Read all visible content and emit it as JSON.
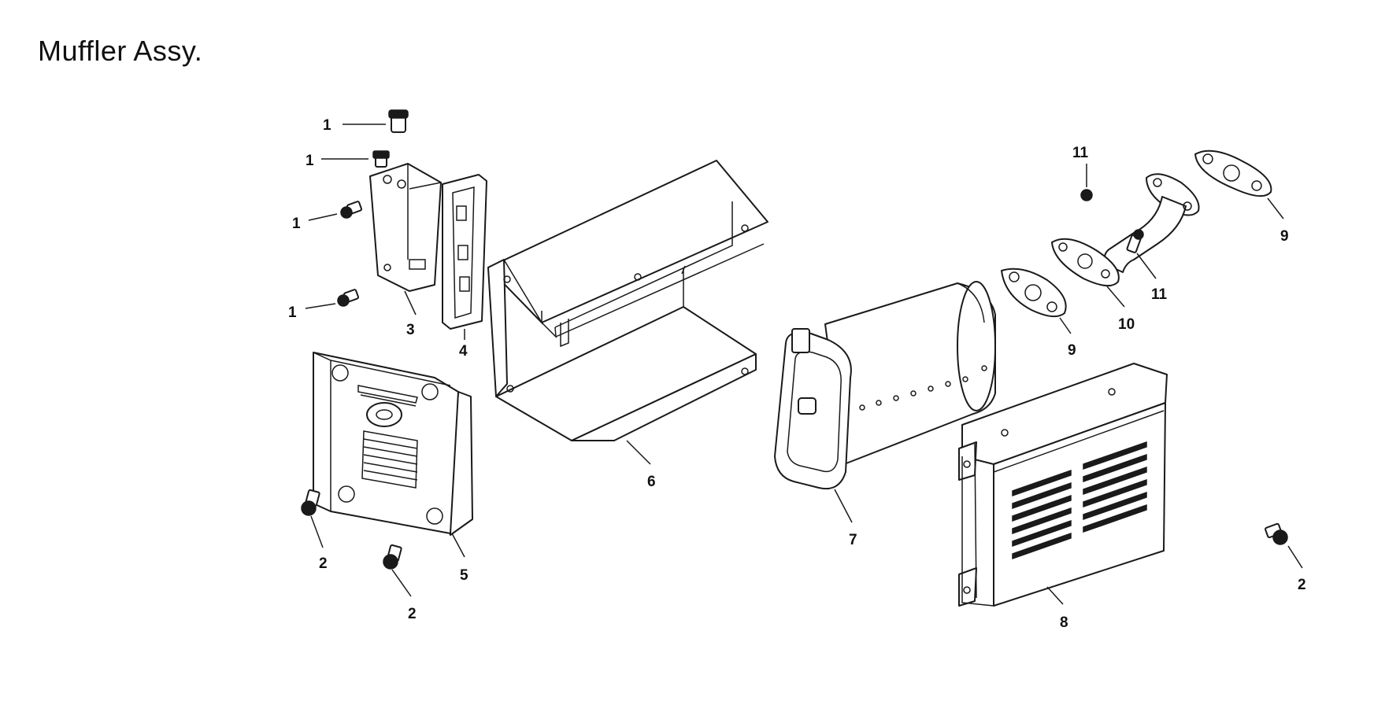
{
  "title": "Muffler Assy.",
  "callouts": {
    "c1a": "1",
    "c1b": "1",
    "c1c": "1",
    "c1d": "1",
    "c2a": "2",
    "c2b": "2",
    "c2c": "2",
    "c3": "3",
    "c4": "4",
    "c5": "5",
    "c6": "6",
    "c7": "7",
    "c8": "8",
    "c9a": "9",
    "c9b": "9",
    "c10": "10",
    "c11a": "11",
    "c11b": "11"
  }
}
